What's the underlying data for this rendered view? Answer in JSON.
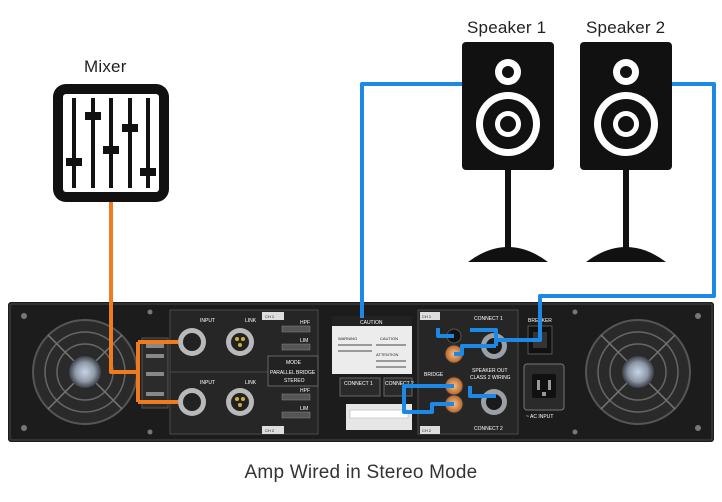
{
  "labels": {
    "mixer": "Mixer",
    "speaker_1": "Speaker 1",
    "speaker_2": "Speaker 2",
    "caption": "Amp Wired in Stereo Mode"
  },
  "amp_panel_text": {
    "ch1": "CH 1",
    "ch2": "CH 2",
    "input": "INPUT",
    "link": "LINK",
    "mode": "MODE",
    "parallel": "PARALLEL",
    "bridge": "BRIDGE",
    "stereo": "STEREO",
    "hpf": "HPF",
    "lim": "LIM",
    "connect_1": "CONNECT 1",
    "connect_2": "CONNECT 2",
    "speaker_out": "SPEAKER OUT",
    "class_2_wiring": "CLASS 2 WIRING",
    "breaker": "BREAKER",
    "ac_input": "~ AC INPUT",
    "caution": "CAUTION",
    "attention": "ATTENTION",
    "warning": "WARNING"
  },
  "colors": {
    "mixer_cable": "#f07a1e",
    "speaker_cable": "#1e88e5",
    "amp_body": "#1c1c1c",
    "icon_black": "#111111"
  },
  "icons": [
    "mixer-fader-icon",
    "speaker-icon",
    "cooling-fan-icon",
    "xlr-connector-icon",
    "speakon-connector-icon",
    "iec-power-inlet-icon"
  ]
}
